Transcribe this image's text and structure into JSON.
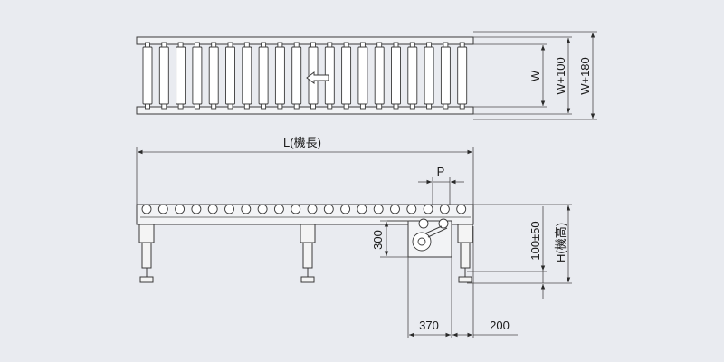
{
  "labels": {
    "width": "W",
    "width_plus_100": "W+100",
    "width_plus_180": "W+180",
    "length": "L(機長)",
    "pitch": "P",
    "drive_height": "300",
    "adjust_height": "100±50",
    "machine_height": "H(機高)",
    "drive_offset": "370",
    "end_offset": "200"
  },
  "top_view": {
    "roller_count": 20,
    "flow_direction": "left"
  },
  "side_view": {
    "roller_count": 20,
    "leg_count": 3
  },
  "colors": {
    "background": "#e9ebf0",
    "line": "#3a3a3a"
  }
}
